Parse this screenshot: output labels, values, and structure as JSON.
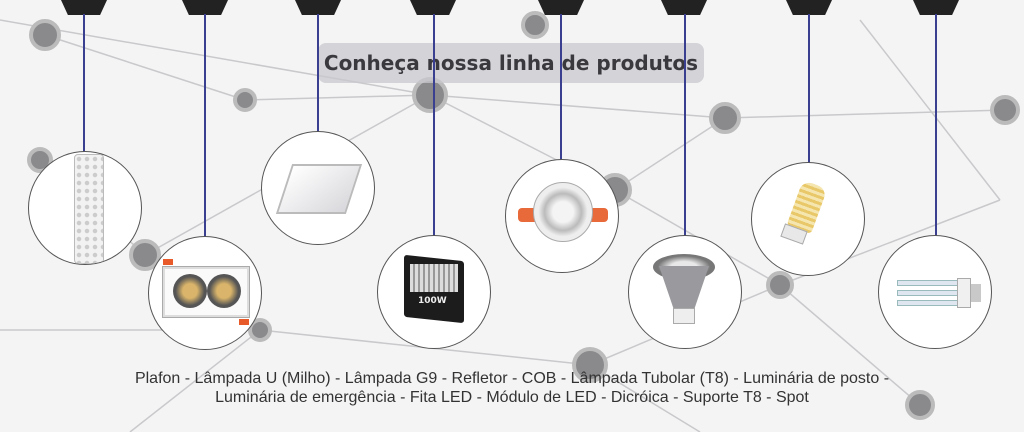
{
  "title": "Conheça nossa linha de produtos",
  "caption": {
    "line1": "Plafon - Lâmpada U (Milho) - Lâmpada G9 - Refletor - COB - Lâmpada Tubolar (T8) - Luminária de posto -",
    "line2": "Luminária de emergência - Fita LED - Módulo de LED - Dicróica - Suporte T8 - Spot"
  },
  "products": [
    {
      "icon": "emergency-light-icon"
    },
    {
      "icon": "double-spot-icon"
    },
    {
      "icon": "square-plafon-icon"
    },
    {
      "icon": "floodlight-icon",
      "label": "100W"
    },
    {
      "icon": "cob-spot-icon"
    },
    {
      "icon": "dichroic-lamp-icon"
    },
    {
      "icon": "g9-lamp-icon"
    },
    {
      "icon": "u-lamp-icon"
    }
  ],
  "colors": {
    "cord": "#3a3f8f",
    "hat": "#222222"
  }
}
